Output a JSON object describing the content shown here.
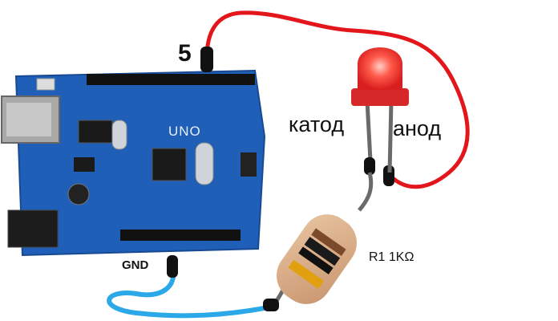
{
  "labels": {
    "pin_5v": "5",
    "cathode": "катод",
    "anode": "анод",
    "resistor": "R1 1KΩ",
    "gnd": "GND",
    "board": "UNO"
  },
  "colors": {
    "board": "#1f5fb8",
    "wire_5v": "#e3161b",
    "wire_gnd": "#2aa8e8",
    "led": "#e53935",
    "resistor_body": "#d9b08c"
  },
  "icons": [
    "arduino-uno-board",
    "led",
    "resistor",
    "wire-connector"
  ]
}
